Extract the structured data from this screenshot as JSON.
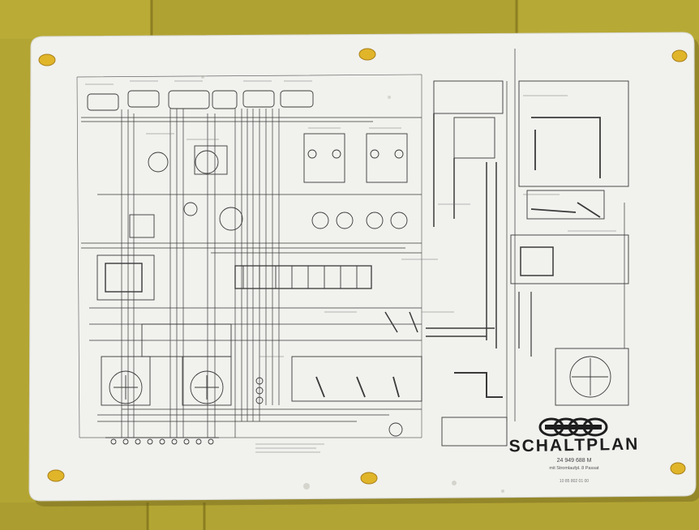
{
  "sign": {
    "title": "SCHALTPLAN",
    "part_number": "24 949 688 M",
    "subtitle": "mit Stromlaufpl. 8 Passat",
    "footer_code": "10 85 802 01 00",
    "logo": "four-rings-logo"
  },
  "colors": {
    "background": "#b3a533",
    "plate": "#f1f1ee",
    "ink": "#3a3a3a",
    "screw": "#e0b52a"
  }
}
